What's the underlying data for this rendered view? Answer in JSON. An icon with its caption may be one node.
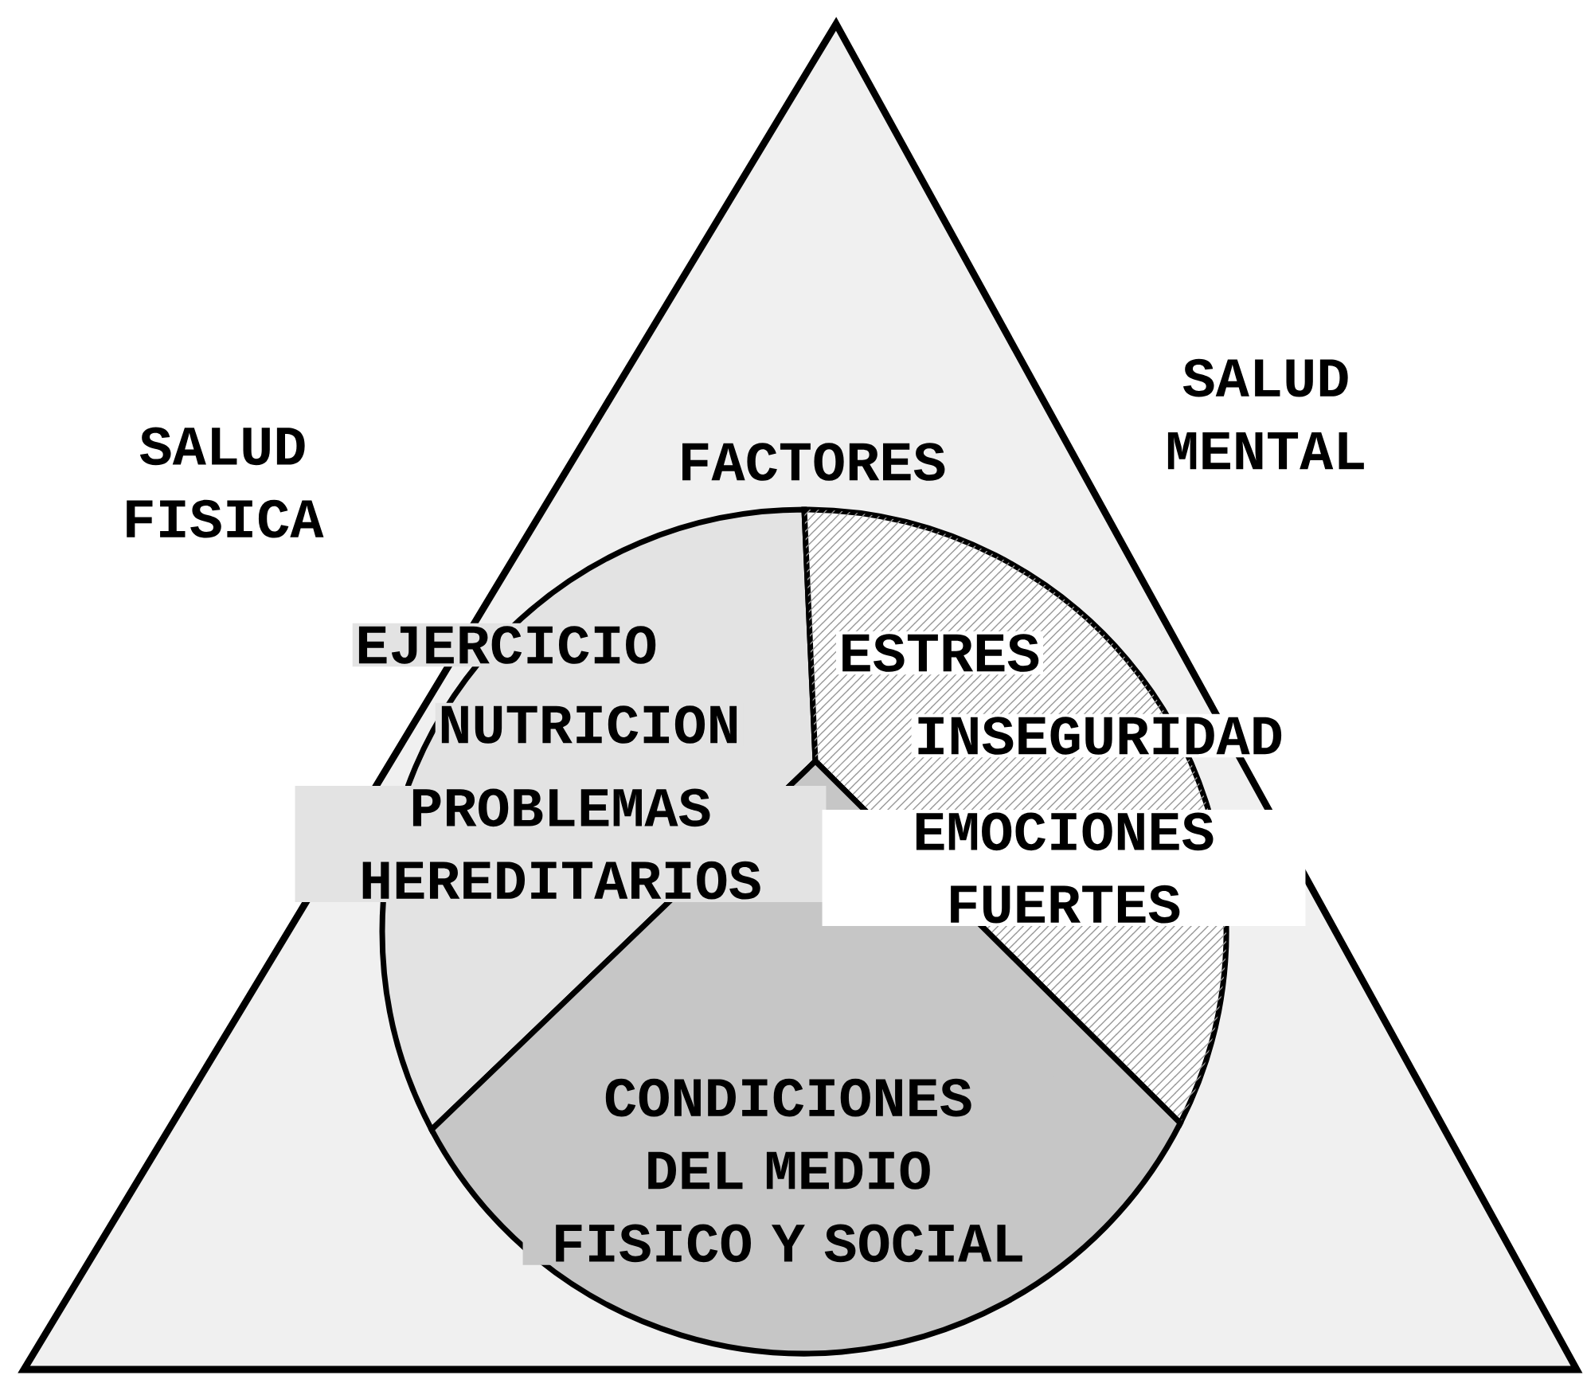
{
  "diagram": {
    "nodes": [
      {
        "text": [
          "FACTORES"
        ]
      },
      {
        "text": [
          "EJERCICIO",
          "NUTRICION",
          "PROBLEMAS HEREDITARIOS"
        ],
        "in": 0
      },
      {
        "text": [
          "ESTRES",
          "INSEGURIDAD",
          "EMOCIONES FUERTES"
        ],
        "in": 0
      },
      {
        "text": [
          "CONDICIONES DEL MEDIO FISICO Y SOCIAL"
        ],
        "in": 0
      }
    ],
    "labels": [
      "SALUD FISICA",
      "SALUD MENTAL"
    ]
  }
}
